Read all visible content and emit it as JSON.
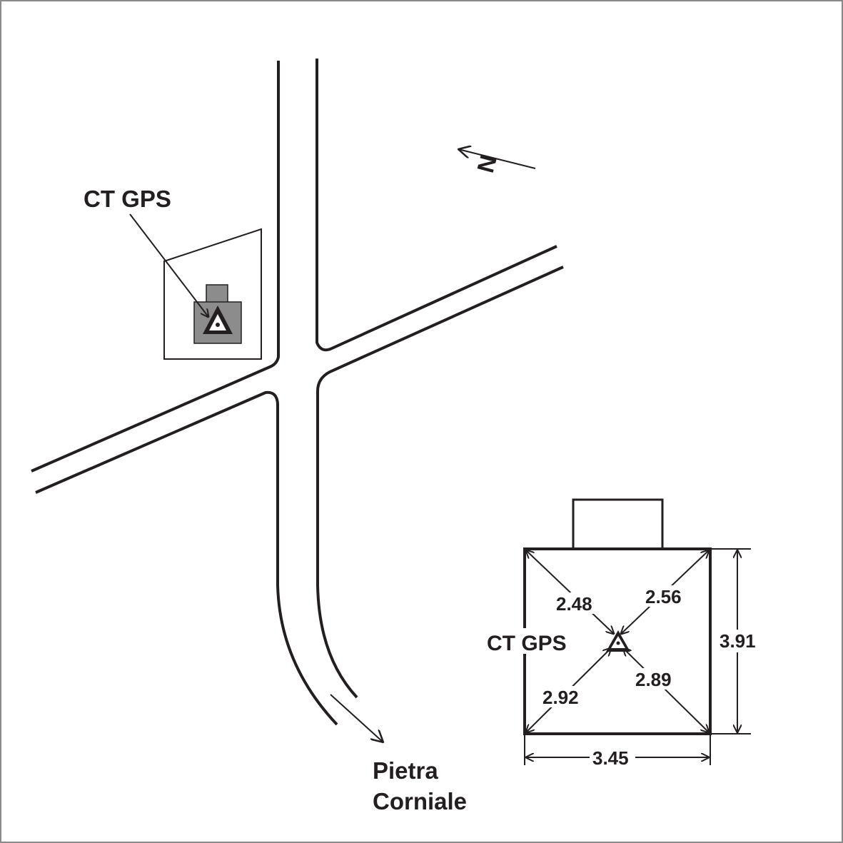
{
  "map": {
    "station_label": "CT GPS",
    "destination_line1": "Pietra",
    "destination_line2": "Corniale",
    "north_symbol": "N",
    "colors": {
      "ink": "#231f20",
      "building_fill": "#8c8c8c",
      "background": "#ffffff"
    }
  },
  "detail": {
    "station_label": "CT GPS",
    "distances": {
      "top_left": "2.48",
      "top_right": "2.56",
      "bottom_left": "2.92",
      "bottom_right": "2.89"
    },
    "width": "3.45",
    "height": "3.91"
  }
}
